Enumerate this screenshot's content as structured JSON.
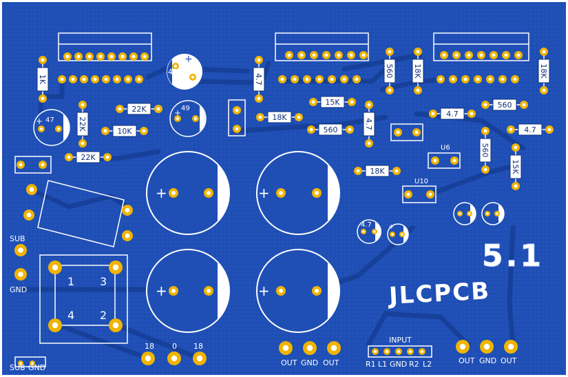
{
  "board": {
    "colors": {
      "copper": "#1f4fb5",
      "trace": "#1a46a6",
      "pad": "#f0b400",
      "silk": "#ffffff"
    },
    "resistors": [
      {
        "label": "1K"
      },
      {
        "label": "22K"
      },
      {
        "label": "22K"
      },
      {
        "label": "10K"
      },
      {
        "label": "22K"
      },
      {
        "label": "4.7"
      },
      {
        "label": "18K"
      },
      {
        "label": "15K"
      },
      {
        "label": "560"
      },
      {
        "label": "4.7"
      },
      {
        "label": "18K"
      },
      {
        "label": "560"
      },
      {
        "label": "18K"
      },
      {
        "label": "4.7"
      },
      {
        "label": "560"
      },
      {
        "label": "560"
      },
      {
        "label": "18K"
      },
      {
        "label": "4.7"
      },
      {
        "label": "15K"
      }
    ],
    "small_caps": [
      {
        "label": "47"
      },
      {
        "label": "48"
      },
      {
        "label": "49"
      },
      {
        "label": "4.7"
      }
    ],
    "ics": [
      {
        "label": "U6"
      },
      {
        "label": "U10"
      }
    ],
    "transformer_pins": [
      {
        "label": "1"
      },
      {
        "label": "3"
      },
      {
        "label": "4"
      },
      {
        "label": "2"
      }
    ],
    "connectors": {
      "sub": "SUB",
      "gnd": "GND",
      "sub_gnd": {
        "sub": "SUB",
        "gnd": "GND"
      },
      "supply": [
        "18",
        "0",
        "18"
      ],
      "out_left": [
        "OUT",
        "GND",
        "OUT"
      ],
      "out_right": [
        "OUT",
        "GND",
        "OUT"
      ],
      "input_title": "INPUT",
      "input_pins": [
        "R1",
        "L1",
        "GND",
        "R2",
        "L2"
      ]
    },
    "logos": {
      "version": "5.1",
      "brand": "JLCPCB"
    }
  }
}
